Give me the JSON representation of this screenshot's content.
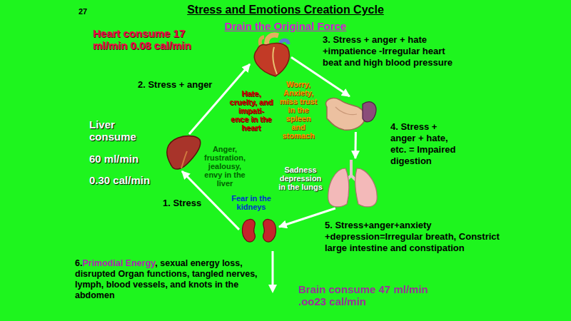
{
  "diagram": {
    "title": "Stress and Emotions Creation Cycle",
    "nodes": [
      {
        "text": [
          "Hate, cruelty, and impati- ence in the heart"
        ]
      },
      {
        "text": [
          "Worry, Anxiety, miss trust in the spleen and stomach"
        ]
      },
      {
        "text": [
          "Anger, frustration, jealousy, envy in the liver"
        ]
      },
      {
        "text": [
          "Sadness depression in the lungs"
        ]
      },
      {
        "text": [
          "Fear in the kidneys"
        ]
      }
    ],
    "edges": [
      {
        "from": 2,
        "to": 0,
        "arrow": "to"
      },
      {
        "from": 0,
        "to": 1,
        "arrow": "to"
      },
      {
        "from": 1,
        "to": 3,
        "arrow": "to"
      },
      {
        "from": 3,
        "to": 4,
        "arrow": "to"
      },
      {
        "from": 4,
        "to": 2,
        "arrow": "to"
      }
    ],
    "labels": [
      "27",
      "Drain the Original Force",
      "Heart consume 17 ml/min 0.08 cal/min",
      "2. Stress + anger",
      "3. Stress + anger + hate +impatience -Irregular heart beat and high blood pressure",
      "Liver consume",
      "60 ml/min",
      "0.30 cal/min",
      "4. Stress + anger + hate, etc. = Impaired digestion",
      "1. Stress",
      "5. Stress+anger+anxiety +depression=Irregular breath, Constrict large intestine and constipation",
      "6.",
      "Primodial Energy",
      ", sexual energy loss, disrupted Organ functions, tangled nerves, lymph, blood vessels, and knots in the abdomen",
      "Brain consume 47 ml/min .oo23 cal/min"
    ]
  }
}
